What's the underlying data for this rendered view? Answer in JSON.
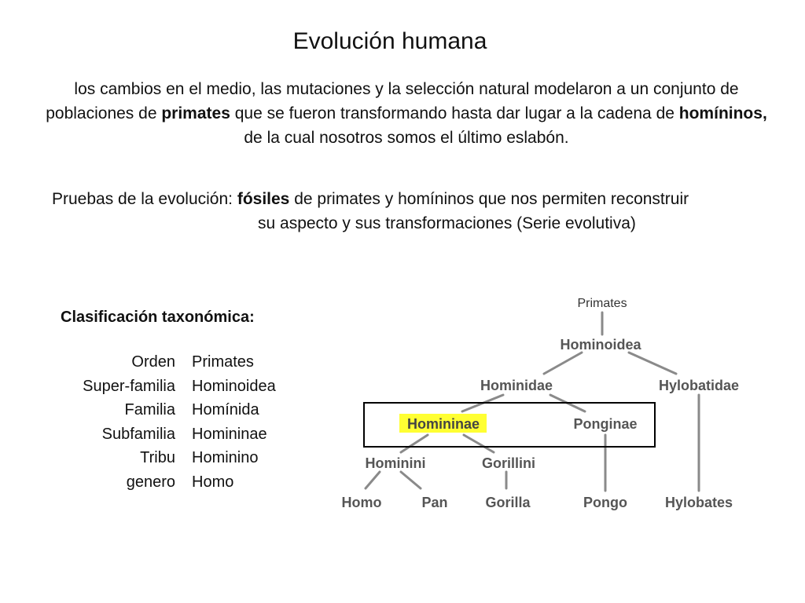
{
  "title": "Evolución humana",
  "paragraph1": {
    "t1": "los cambios en el medio, las mutaciones y la selección natural modelaron a un conjunto de poblaciones de ",
    "b1": "primates",
    "t2": " que se fueron transformando hasta dar lugar a la cadena de ",
    "b2": "homíninos,",
    "t3": " de la cual nosotros somos el último eslabón."
  },
  "paragraph2": {
    "prefix": "Pruebas de la evolución: ",
    "bold": "fósiles",
    "rest": " de primates y homíninos que nos permiten reconstruir",
    "line2": "su aspecto y sus transformaciones (Serie evolutiva)"
  },
  "classification": {
    "heading": "Clasificación taxonómica:",
    "rows": [
      {
        "rank": "Orden",
        "name": "Primates"
      },
      {
        "rank": "Super-familia",
        "name": "Hominoidea"
      },
      {
        "rank": "Familia",
        "name": "Homínida"
      },
      {
        "rank": "Subfamilia",
        "name": "Homininae"
      },
      {
        "rank": "Tribu",
        "name": "Hominino"
      },
      {
        "rank": "genero",
        "name": "Homo"
      }
    ]
  },
  "tree": {
    "primates": "Primates",
    "hominoidea": "Hominoidea",
    "hominidae": "Hominidae",
    "hylobatidae": "Hylobatidae",
    "homininae": "Homininae",
    "ponginae": "Ponginae",
    "hominini": "Hominini",
    "gorillini": "Gorillini",
    "homo": "Homo",
    "pan": "Pan",
    "gorilla": "Gorilla",
    "pongo": "Pongo",
    "hylobates": "Hylobates",
    "highlight_color": "#ffff33"
  }
}
